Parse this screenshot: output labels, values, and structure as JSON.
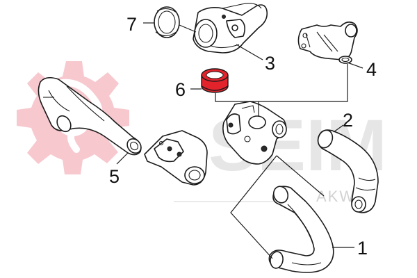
{
  "watermark": {
    "brand_text": "SEIM",
    "brand_subtext": "AKWEL",
    "gear_color": "#f7c9cf"
  },
  "callouts": [
    {
      "id": "1",
      "label": "1"
    },
    {
      "id": "2",
      "label": "2"
    },
    {
      "id": "3",
      "label": "3"
    },
    {
      "id": "4",
      "label": "4"
    },
    {
      "id": "5",
      "label": "5"
    },
    {
      "id": "6",
      "label": "6"
    },
    {
      "id": "7",
      "label": "7"
    }
  ],
  "highlight_color": "#e3232c",
  "parts": [
    {
      "id": "1",
      "icon": "long-hose-icon"
    },
    {
      "id": "2",
      "icon": "curved-hose-icon"
    },
    {
      "id": "3",
      "icon": "pipe-with-valve-icon"
    },
    {
      "id": "4",
      "icon": "flanged-elbow-icon"
    },
    {
      "id": "5",
      "icon": "bent-pipe-icon"
    },
    {
      "id": "6",
      "icon": "seal-ring-icon"
    },
    {
      "id": "7",
      "icon": "clamp-ring-icon"
    }
  ]
}
